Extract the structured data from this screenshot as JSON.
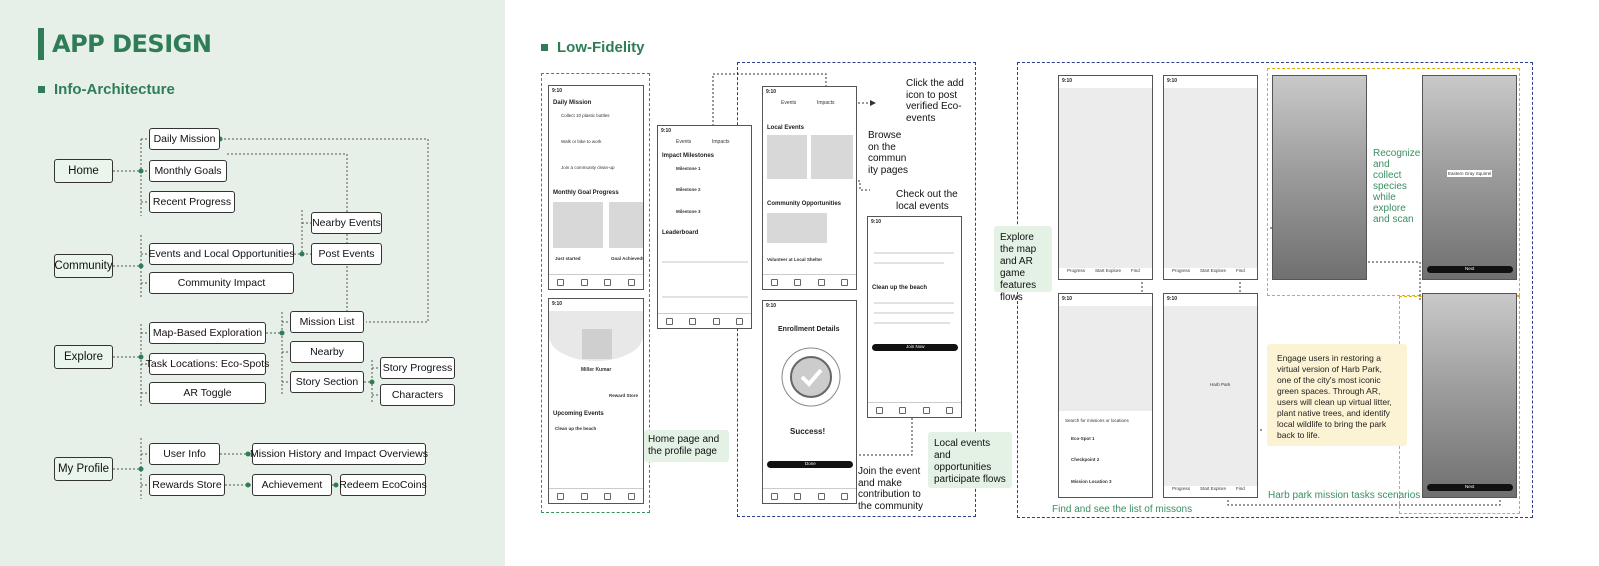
{
  "page": {
    "title": "APP DESIGN",
    "info_section": "Info-Architecture",
    "lowfi_section": "Low-Fidelity"
  },
  "ia": {
    "home": "Home",
    "home_children": [
      "Daily Mission",
      "Monthly Goals",
      "Recent Progress"
    ],
    "community": "Community",
    "community_children": [
      "Events and Local Opportunities",
      "Community Impact"
    ],
    "community_events_children": [
      "Nearby Events",
      "Post Events"
    ],
    "explore": "Explore",
    "explore_children": [
      "Map-Based Exploration",
      "Task Locations: Eco-Spots",
      "AR Toggle"
    ],
    "explore_map_children": [
      "Mission List",
      "Nearby",
      "Story Section"
    ],
    "story_children": [
      "Story Progress",
      "Characters"
    ],
    "profile": "My Profile",
    "profile_children": [
      "User Info",
      "Rewards Store"
    ],
    "user_info_child": "Mission History and Impact Overviews",
    "rewards_children": [
      "Achievement",
      "Redeem EcoCoins"
    ]
  },
  "annotations": {
    "add_icon": "Click the add icon to post verified Eco-events",
    "browse": "Browse on the commun ity pages",
    "check_local": "Check out the local events",
    "home_profile": "Home page and the profile page",
    "join_event": "Join the event and make contribution to the community",
    "local_flows": "Local events and opportunities participate flows",
    "explore_map": "Explore the map and AR game features flows",
    "recognize": "Recognize and collect species while explore and scan",
    "find_list": "Find and see the list of missons",
    "harb_park": "Harb park mission tasks scenarios",
    "engage": "Engage users in restoring a virtual version of Harb Park, one of the city's most iconic green spaces. Through AR, users will clean up virtual litter, plant native trees, and identify local wildlife to bring the park back to life."
  },
  "screens": {
    "time": "9:10",
    "daily_mission": "Daily Mission",
    "dm_items": [
      "Collect 10 plastic bottles",
      "Walk or bike to work",
      "Join a community clean-up"
    ],
    "monthly_goal": "Monthly Goal Progress",
    "just_started": "Just started",
    "goal_achieved": "Goal Achieved!",
    "profile_name": "Miller Kumar",
    "reward_store": "Reward Store",
    "upcoming_events": "Upcoming Events",
    "clean_beach": "Clean up the beach",
    "tab_events": "Events",
    "tab_impacts": "Impacts",
    "impact_milestones": "Impact Milestones",
    "milestones": [
      "Milestone 1",
      "Milestone 2",
      "Milestone 3"
    ],
    "leaderboard": "Leaderboard",
    "local_events": "Local Events",
    "community_opps": "Community Opportunities",
    "volunteer": "Volunteer at Local Shelter",
    "enrollment": "Enrollment Details",
    "success": "Success!",
    "done": "Done",
    "join_now": "Join Now",
    "eco_spots": [
      "Eco-Spot 1",
      "Checkpoint 2",
      "Mission Location 3"
    ],
    "search_placeholder": "Search for missions or locations",
    "map_buttons": [
      "Progress",
      "Start Explore",
      "Find"
    ],
    "harb_park": "Harb Park",
    "squirrel": "Eastern Gray Squirrel",
    "next": "Next"
  },
  "colors": {
    "accent": "#2e7d57",
    "left_bg": "#e6f0e8",
    "green_note": "#e3f2e4",
    "yellow_note": "#fcf3d5",
    "frame_blue": "#2c3e8f",
    "frame_yellow": "#e0b000",
    "frame_green": "#3a8f5f"
  }
}
